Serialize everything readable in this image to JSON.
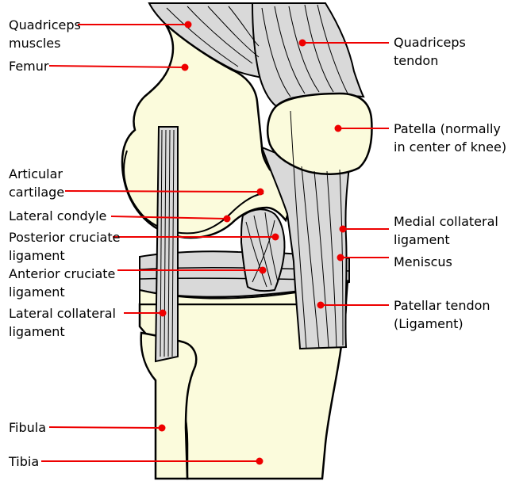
{
  "colors": {
    "bone": "#fbfbdc",
    "ligament": "#d9d9d9",
    "ligament_dark": "#b8b8b8",
    "outline": "#000000",
    "pointer": "#ee0000"
  },
  "labels": {
    "quadriceps_muscles": {
      "line1": "Quadriceps",
      "line2": "muscles"
    },
    "femur": {
      "line1": "Femur"
    },
    "articular_cartilage": {
      "line1": "Articular",
      "line2": "cartilage"
    },
    "lateral_condyle": {
      "line1": "Lateral condyle"
    },
    "posterior_cruciate": {
      "line1": "Posterior cruciate",
      "line2": "ligament"
    },
    "anterior_cruciate": {
      "line1": "Anterior cruciate",
      "line2": "ligament"
    },
    "lateral_collateral": {
      "line1": "Lateral collateral",
      "line2": "ligament"
    },
    "fibula": {
      "line1": "Fibula"
    },
    "tibia": {
      "line1": "Tibia"
    },
    "quadriceps_tendon": {
      "line1": "Quadriceps",
      "line2": "tendon"
    },
    "patella": {
      "line1": "Patella (normally",
      "line2": "in center of knee)"
    },
    "medial_collateral": {
      "line1": "Medial collateral",
      "line2": "ligament"
    },
    "meniscus": {
      "line1": "Meniscus"
    },
    "patellar_tendon": {
      "line1": "Patellar tendon",
      "line2": "(Ligament)"
    }
  }
}
